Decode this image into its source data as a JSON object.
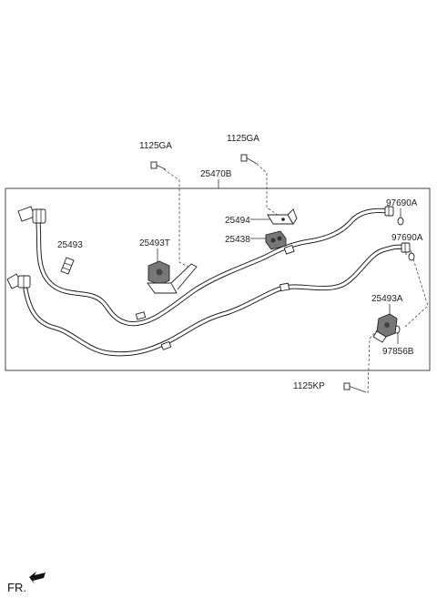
{
  "labels": {
    "bolt_1125ga_left": "1125GA",
    "bolt_1125ga_right": "1125GA",
    "hose_assembly": "25470B",
    "bracket_25494": "25494",
    "clamp_25438": "25438",
    "clip_25493": "25493",
    "clamp_25493t": "25493T",
    "oring_97690a_top": "97690A",
    "oring_97690a_mid": "97690A",
    "clamp_25493a": "25493A",
    "oring_97856b": "97856B",
    "bolt_1125kp": "1125KP",
    "front_marker": "FR."
  },
  "icons": {
    "front_arrow": "arrow-icon"
  }
}
